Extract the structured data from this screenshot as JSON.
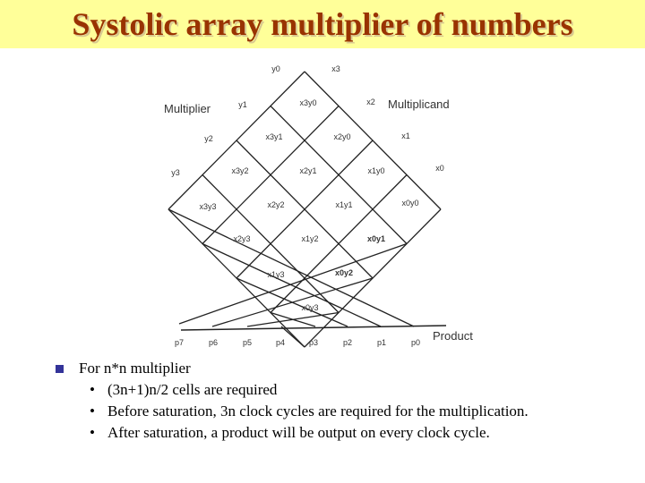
{
  "title": "Systolic array multiplier of numbers",
  "diagram": {
    "multiplier_label": "Multiplier",
    "multiplicand_label": "Multiplicand",
    "product_label": "Product",
    "y_inputs": [
      "y0",
      "y1",
      "y2",
      "y3"
    ],
    "x_inputs": [
      "x3",
      "x2",
      "x1",
      "x0"
    ],
    "cells": [
      "x3y0",
      "x3y1",
      "x2y0",
      "x3y2",
      "x2y1",
      "x1y0",
      "x3y3",
      "x2y2",
      "x1y1",
      "x0y0",
      "x2y3",
      "x1y2",
      "x0y1",
      "x1y3",
      "x0y2",
      "x0y3"
    ],
    "products": [
      "p7",
      "p6",
      "p5",
      "p4",
      "p3",
      "p2",
      "p1",
      "p0"
    ]
  },
  "notes": {
    "main": "For n*n multiplier",
    "bullets": [
      "(3n+1)n/2 cells are required",
      "Before saturation, 3n clock cycles are required for the multiplication.",
      "After saturation, a product will be output on every clock cycle."
    ]
  }
}
